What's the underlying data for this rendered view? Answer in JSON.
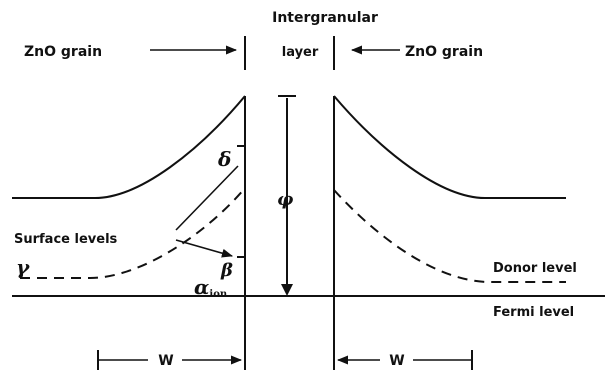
{
  "labels": {
    "intergranular": "Intergranular",
    "layer": "layer",
    "left_grain": "ZnO  grain",
    "right_grain": "ZnO  grain",
    "surface_levels": "Surface levels",
    "donor_level": "Donor level",
    "fermi_level": "Fermi level",
    "w_left": "W",
    "w_right": "W"
  },
  "symbols": {
    "delta": "δ",
    "gamma": "γ",
    "beta": "β",
    "phi": "φ",
    "alpha": "α",
    "alpha_sub": "ion"
  }
}
